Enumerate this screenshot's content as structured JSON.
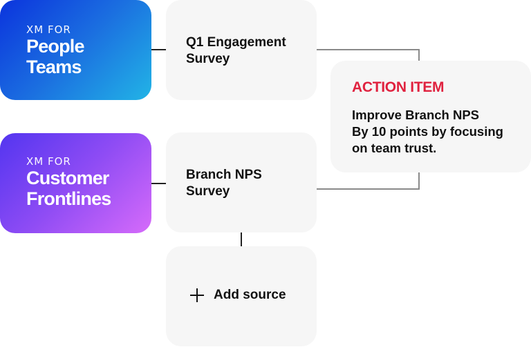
{
  "sources": [
    {
      "prefix": "XM FOR",
      "title_line1": "People",
      "title_line2": "Teams",
      "gradient": [
        "#0b34dd",
        "#22b4e6"
      ]
    },
    {
      "prefix": "XM FOR",
      "title_line1": "Customer",
      "title_line2": "Frontlines",
      "gradient": [
        "#5335f0",
        "#d66bfa"
      ]
    }
  ],
  "surveys": [
    {
      "line1": "Q1 Engagement",
      "line2": "Survey"
    },
    {
      "line1": "Branch NPS",
      "line2": "Survey"
    }
  ],
  "add_source": {
    "label": "Add source",
    "icon": "plus-icon"
  },
  "action_item": {
    "heading": "ACTION ITEM",
    "heading_color": "#e0223f",
    "line1": "Improve Branch NPS",
    "line2": "By 10 points by focusing",
    "line3": "on team trust."
  }
}
